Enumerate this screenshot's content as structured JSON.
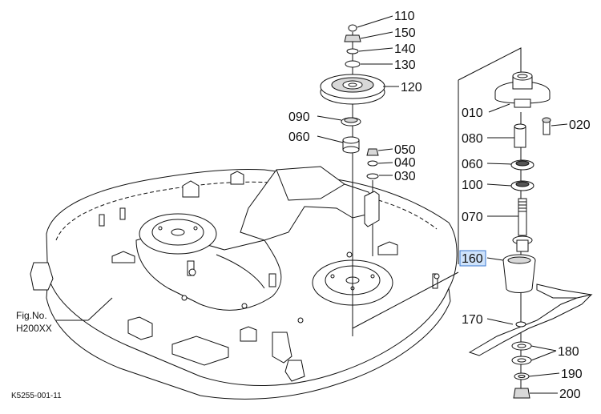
{
  "callouts": {
    "p110": "110",
    "p150": "150",
    "p140": "140",
    "p130": "130",
    "p120": "120",
    "p090": "090",
    "p060a": "060",
    "p050": "050",
    "p040": "040",
    "p030": "030",
    "p010": "010",
    "p020": "020",
    "p080": "080",
    "p060b": "060",
    "p100": "100",
    "p070": "070",
    "p160": "160",
    "p170": "170",
    "p180": "180",
    "p190": "190",
    "p200": "200"
  },
  "fig_ref": {
    "line1": "Fig.No.",
    "line2": "H200XX"
  },
  "drawing_code": "K5255-001-11",
  "highlight": {
    "callout": "160",
    "color": "#cfe3fb"
  }
}
